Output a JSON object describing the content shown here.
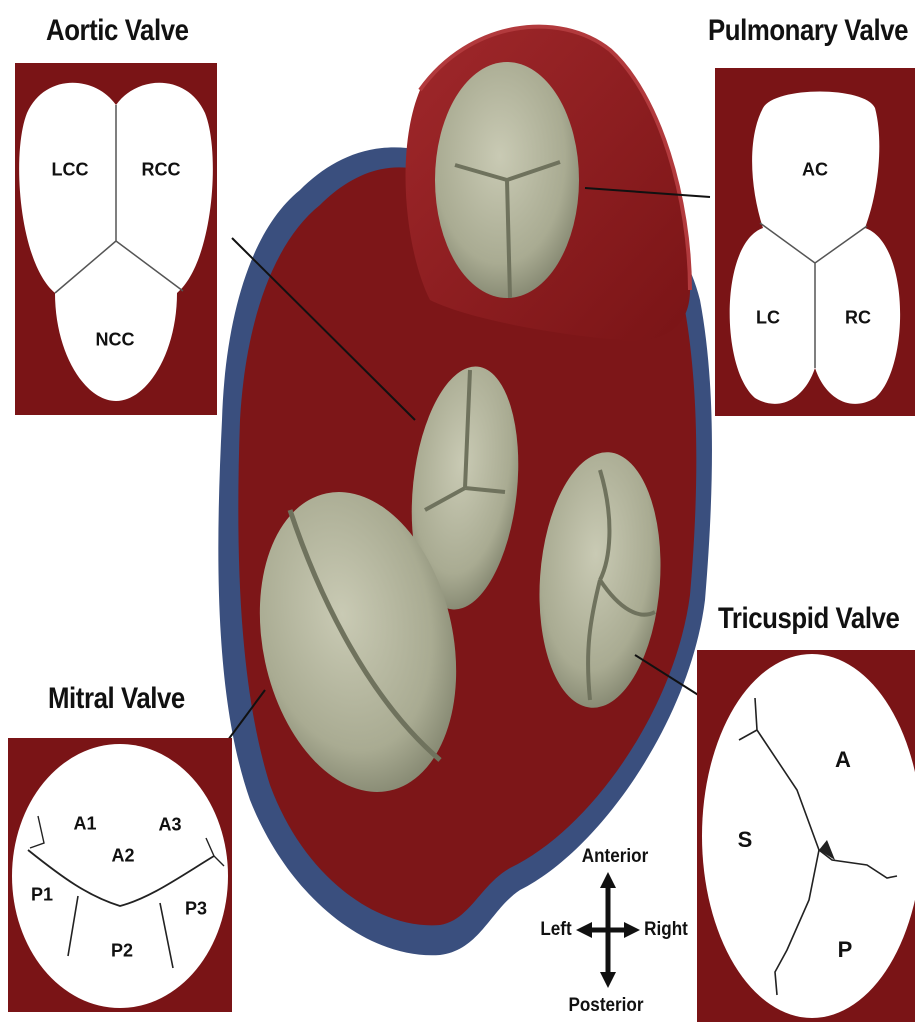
{
  "panels": {
    "aortic": {
      "title": "Aortic Valve",
      "cusps": [
        "LCC",
        "RCC",
        "NCC"
      ]
    },
    "pulmonary": {
      "title": "Pulmonary Valve",
      "cusps": [
        "AC",
        "LC",
        "RC"
      ]
    },
    "mitral": {
      "title": "Mitral Valve",
      "scallops": [
        "A1",
        "A2",
        "A3",
        "P1",
        "P2",
        "P3"
      ]
    },
    "tricuspid": {
      "title": "Tricuspid Valve",
      "leaflets": [
        "A",
        "S",
        "P"
      ]
    }
  },
  "compass": {
    "up": "Anterior",
    "down": "Posterior",
    "left": "Left",
    "right": "Right"
  },
  "colors": {
    "myocardium": "#7a1416",
    "heart_surface": "#8a1c1f",
    "vessel_blue": "#3a4f7e",
    "leaflet": "#b7b8a0"
  }
}
